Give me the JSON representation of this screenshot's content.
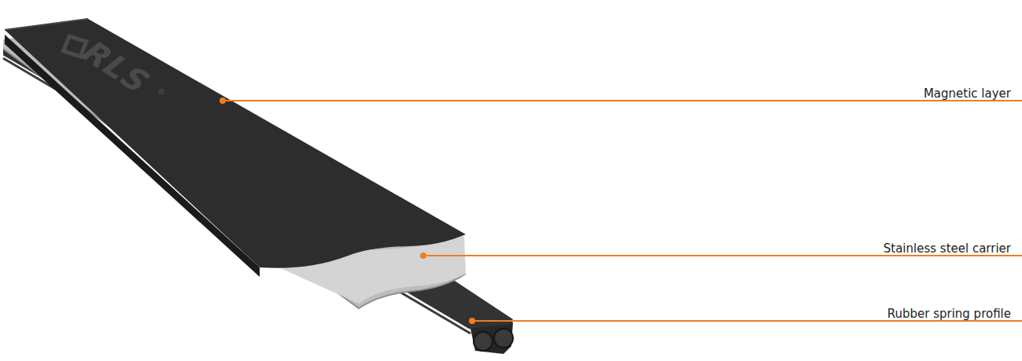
{
  "diagram": {
    "labels": [
      "RLS",
      "®",
      "Magnetic layer",
      "Stainless steel carrier",
      "Rubber spring profile"
    ]
  }
}
